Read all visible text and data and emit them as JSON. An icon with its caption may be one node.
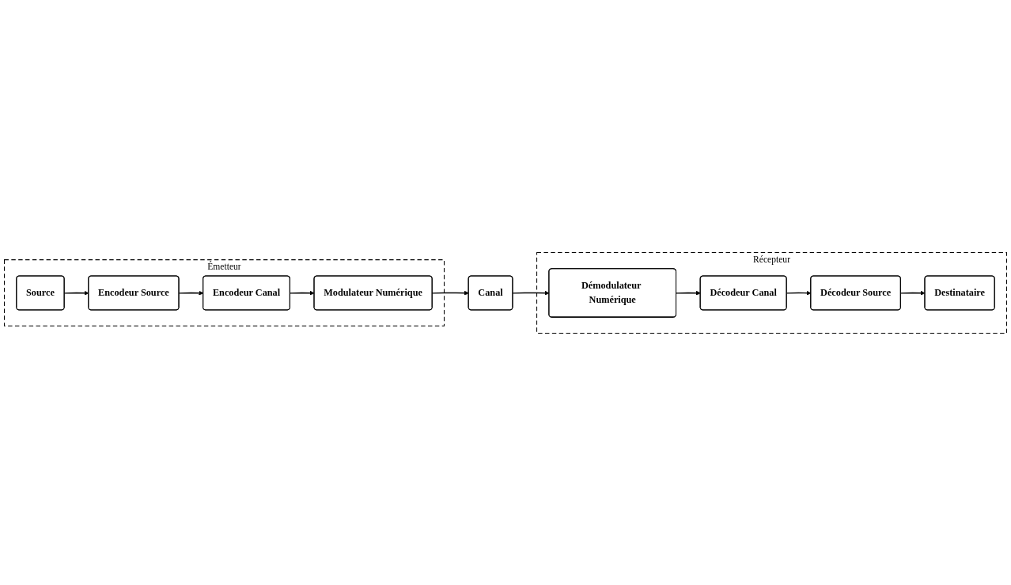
{
  "diagram": {
    "nodes": [
      {
        "text": [
          "Émetteur"
        ]
      },
      {
        "text": [
          "Source"
        ],
        "in": 0
      },
      {
        "text": [
          "Encodeur Source"
        ],
        "in": 0
      },
      {
        "text": [
          "Encodeur Canal"
        ],
        "in": 0
      },
      {
        "text": [
          "Modulateur Numérique"
        ],
        "in": 0
      },
      {
        "text": [
          "Canal"
        ]
      },
      {
        "text": [
          "Récepteur"
        ]
      },
      {
        "text": [
          "Destinataire"
        ],
        "in": 6
      },
      {
        "text": [
          "Décodeur Source"
        ],
        "in": 6
      },
      {
        "text": [
          "Décodeur Canal"
        ],
        "in": 6
      },
      {
        "text": [
          "Démodulateur Numérique"
        ],
        "in": 6
      }
    ],
    "edges": [
      {
        "from": 1,
        "to": 2,
        "arrow": "to"
      },
      {
        "from": 2,
        "to": 3,
        "arrow": "to"
      },
      {
        "from": 3,
        "to": 4,
        "arrow": "to"
      },
      {
        "from": 4,
        "to": 5,
        "arrow": "to"
      },
      {
        "from": 5,
        "to": 10,
        "arrow": "to"
      },
      {
        "from": 10,
        "to": 9,
        "arrow": "to"
      },
      {
        "from": 9,
        "to": 8,
        "arrow": "to"
      },
      {
        "from": 8,
        "to": 7,
        "arrow": "to"
      }
    ]
  }
}
